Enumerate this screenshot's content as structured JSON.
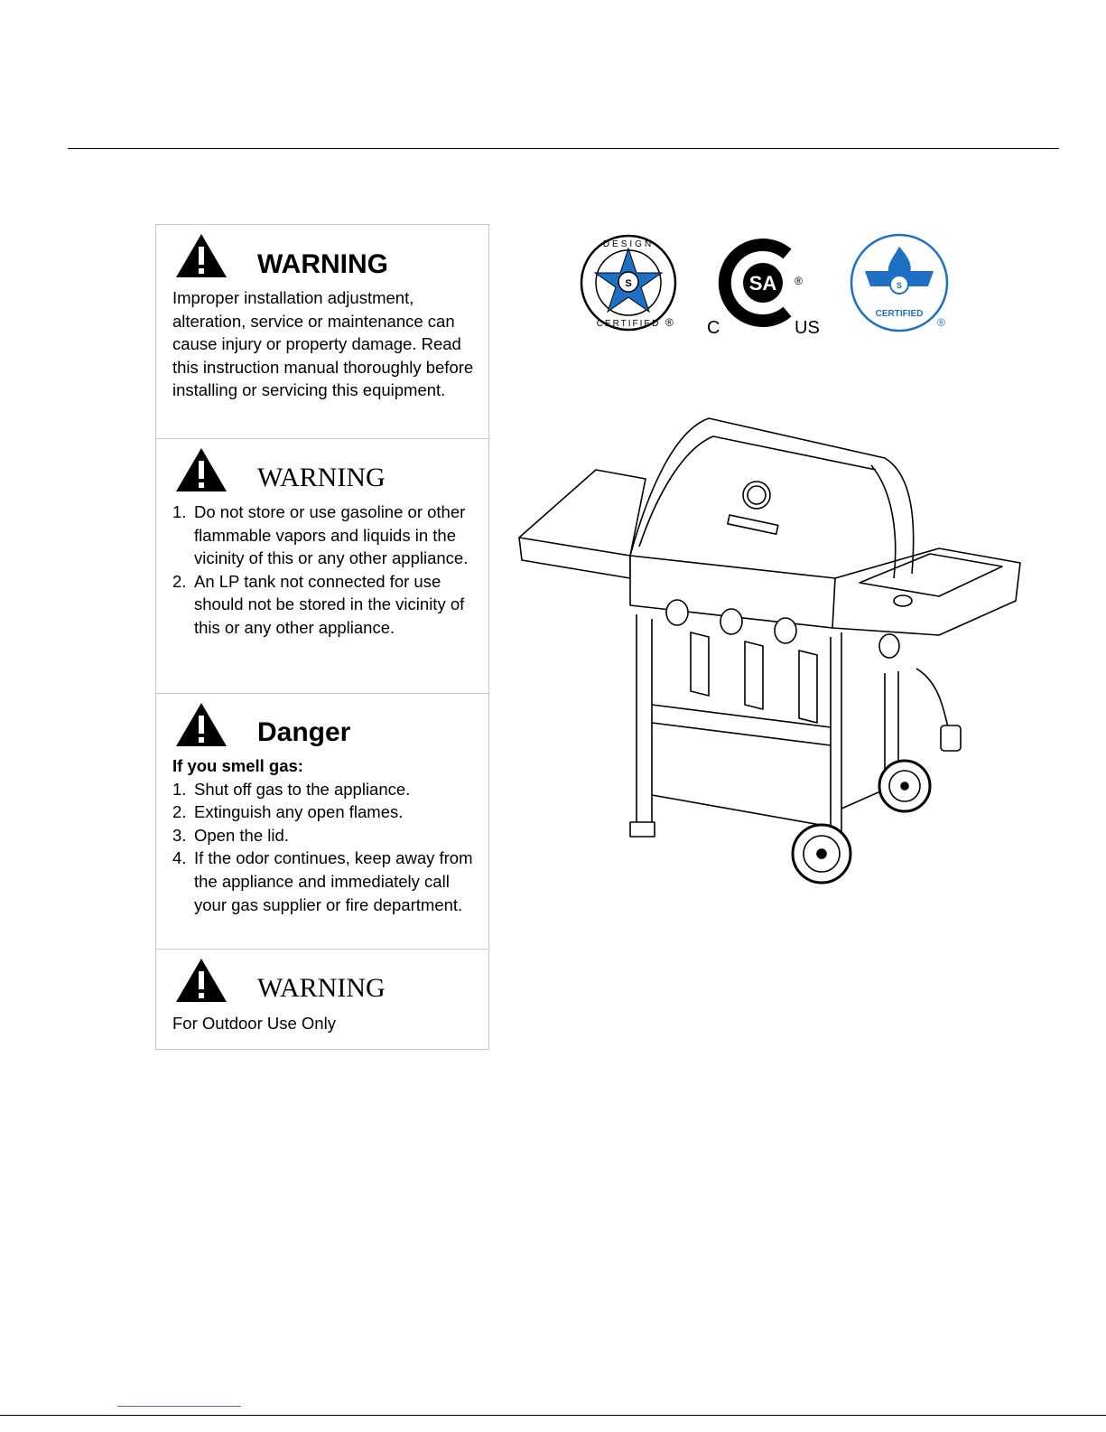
{
  "warnings": [
    {
      "heading": "WARNING",
      "text": "Improper installation adjustment, alteration, service or maintenance can cause injury or property damage. Read this instruction manual thoroughly before installing or servicing this equipment."
    },
    {
      "heading": "WARNING",
      "items": [
        {
          "num": "1.",
          "text": "Do not store or use gasoline or other flammable vapors and liquids in the vicinity of this or any other appliance."
        },
        {
          "num": "2.",
          "text": "An LP tank not connected for use should not be stored in the vicinity of this or any other appliance."
        }
      ]
    },
    {
      "heading": "Danger",
      "subheading": "If you smell gas:",
      "items": [
        {
          "num": "1.",
          "text": "Shut off gas to the appliance."
        },
        {
          "num": "2.",
          "text": "Extinguish any open flames."
        },
        {
          "num": "3.",
          "text": "Open the lid."
        },
        {
          "num": "4.",
          "text": "If the odor continues, keep away from the appliance and immediately call your gas supplier or fire department."
        }
      ]
    },
    {
      "heading": "WARNING",
      "text": "For Outdoor Use Only"
    }
  ],
  "logos": {
    "design_certified": {
      "top": "DESIGN",
      "bottom": "CERTIFIED",
      "reg": "®"
    },
    "csa": {
      "left": "C",
      "right": "US",
      "reg": "®"
    },
    "certified": {
      "label": "CERTIFIED",
      "reg": "®"
    }
  },
  "colors": {
    "logo_blue": "#1f6fc4",
    "rule": "#000000",
    "panel_border": "#c8c8c8"
  }
}
